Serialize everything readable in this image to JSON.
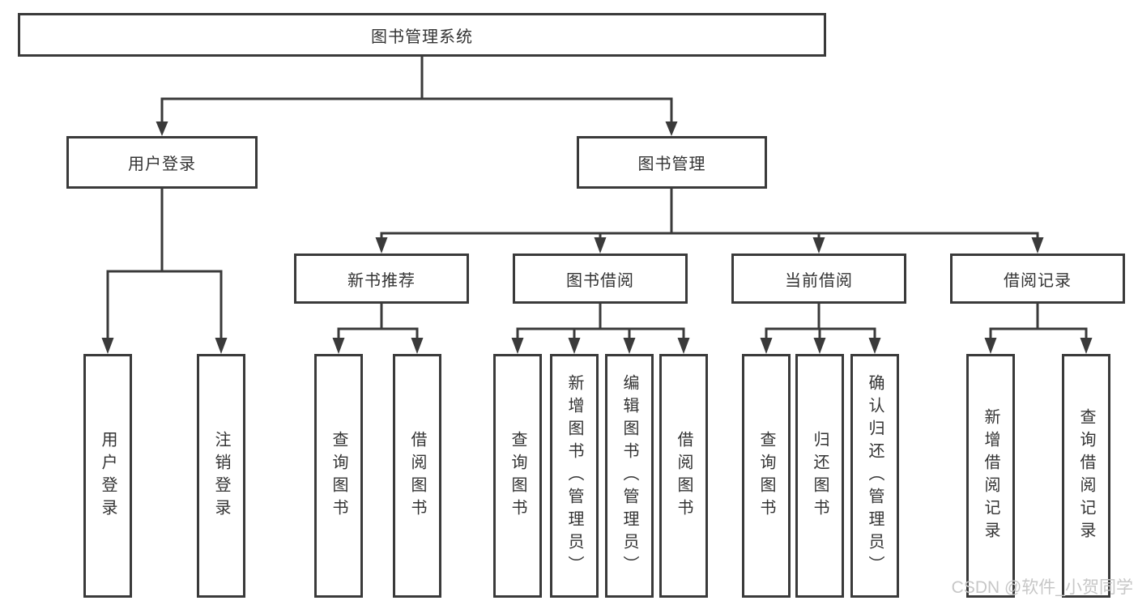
{
  "watermark": {
    "text": "CSDN @软件_小贺同学"
  },
  "colors": {
    "line": "#3a3a3a",
    "text": "#333333",
    "watermark": "#c7c7c7",
    "background": "#ffffff"
  },
  "tree": {
    "root": "图书管理系统",
    "children": [
      {
        "label": "用户登录",
        "children": [
          "用户登录",
          "注销登录"
        ]
      },
      {
        "label": "图书管理",
        "children": [
          {
            "label": "新书推荐",
            "children": [
              "查询图书",
              "借阅图书"
            ]
          },
          {
            "label": "图书借阅",
            "children": [
              "查询图书",
              "新增图书（管理员）",
              "编辑图书（管理员）",
              "借阅图书"
            ]
          },
          {
            "label": "当前借阅",
            "children": [
              "查询图书",
              "归还图书",
              "确认归还（管理员）"
            ]
          },
          {
            "label": "借阅记录",
            "children": [
              "新增借阅记录",
              "查询借阅记录"
            ]
          }
        ]
      }
    ]
  }
}
